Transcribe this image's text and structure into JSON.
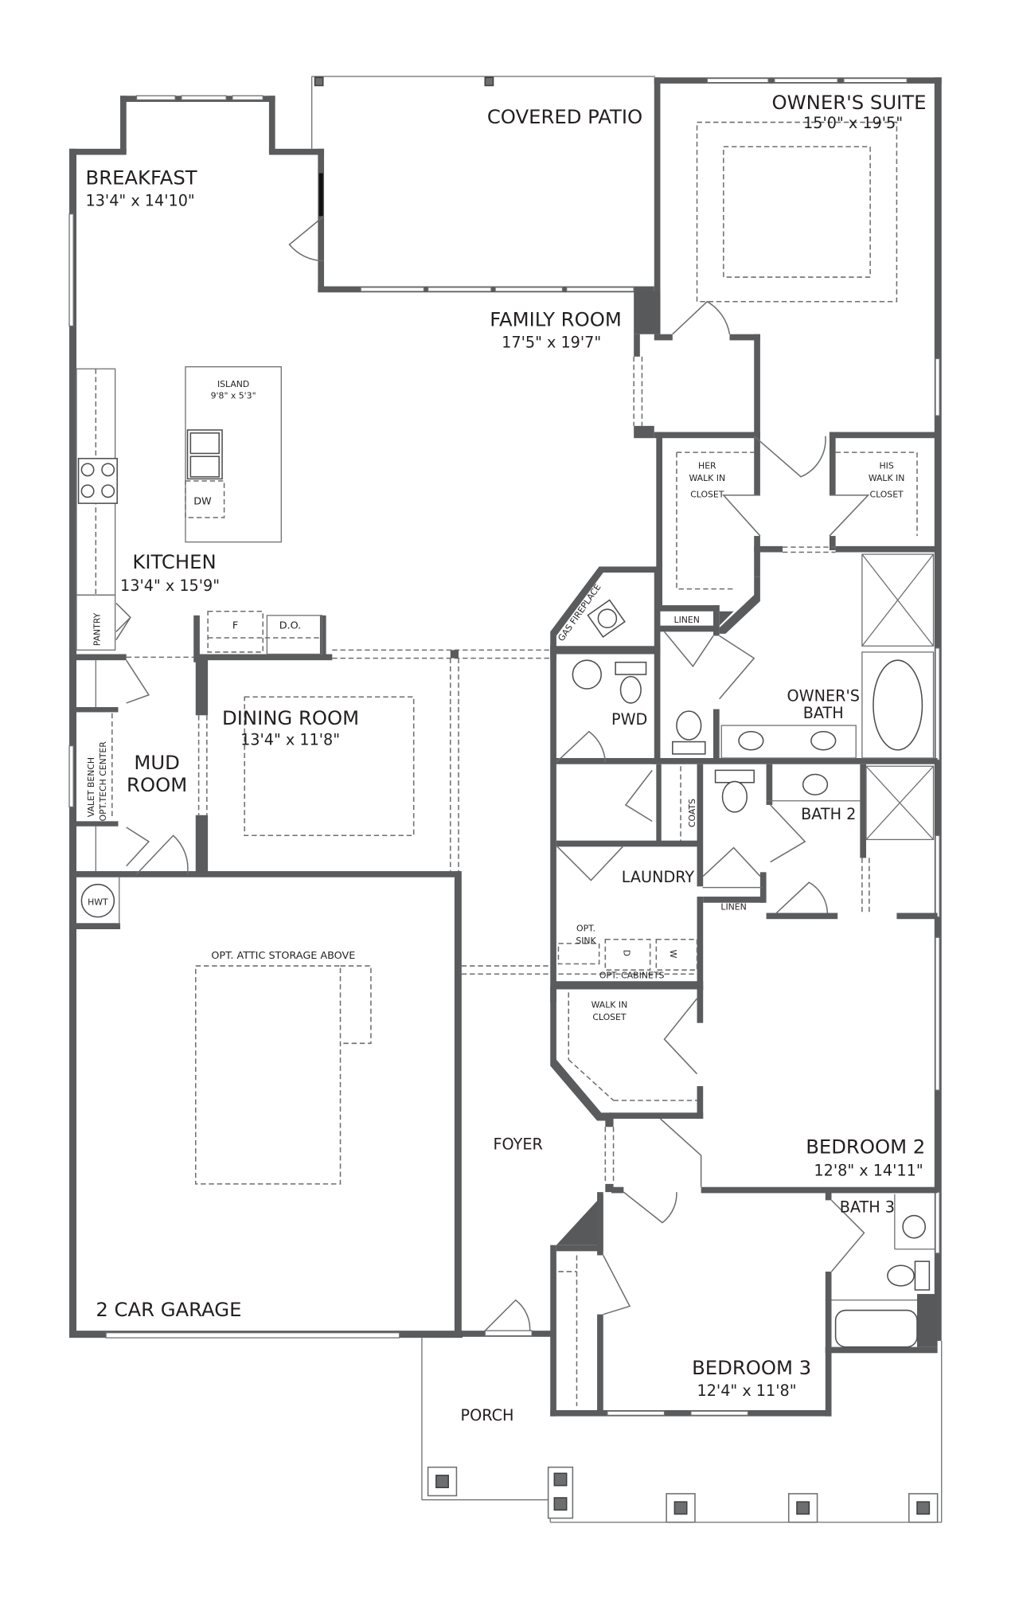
{
  "plan": {
    "rooms": [
      {
        "id": "breakfast",
        "name": "BREAKFAST",
        "dims": "13'4\" x 14'10\""
      },
      {
        "id": "covered-patio",
        "name": "COVERED PATIO",
        "dims": ""
      },
      {
        "id": "owners-suite",
        "name": "OWNER'S SUITE",
        "dims": "15'0\" x 19'5\""
      },
      {
        "id": "family-room",
        "name": "FAMILY ROOM",
        "dims": "17'5\" x 19'7\""
      },
      {
        "id": "kitchen",
        "name": "KITCHEN",
        "dims": "13'4\" x 15'9\""
      },
      {
        "id": "dining-room",
        "name": "DINING ROOM",
        "dims": "13'4\" x 11'8\""
      },
      {
        "id": "mud-room",
        "name_line1": "MUD",
        "name_line2": "ROOM"
      },
      {
        "id": "garage",
        "name": "2 CAR GARAGE"
      },
      {
        "id": "foyer",
        "name": "FOYER"
      },
      {
        "id": "porch",
        "name": "PORCH"
      },
      {
        "id": "bedroom-2",
        "name": "BEDROOM 2",
        "dims": "12'8\" x 14'11\""
      },
      {
        "id": "bedroom-3",
        "name": "BEDROOM 3",
        "dims": "12'4\" x 11'8\""
      },
      {
        "id": "bath-2",
        "name": "BATH 2"
      },
      {
        "id": "bath-3",
        "name": "BATH 3"
      },
      {
        "id": "owners-bath",
        "name_line1": "OWNER'S",
        "name_line2": "BATH"
      },
      {
        "id": "pwd",
        "name": "PWD"
      },
      {
        "id": "laundry",
        "name": "LAUNDRY"
      }
    ],
    "fixtures": {
      "island_name": "ISLAND",
      "island_dims": "9'8\" x 5'3\"",
      "dishwasher": "DW",
      "fridge": "F",
      "double_oven": "D.O.",
      "pantry": "PANTRY",
      "valet_line1": "VALET BENCH",
      "valet_line2": "OPT.TECH CENTER",
      "hwt": "HWT",
      "attic": "OPT. ATTIC STORAGE ABOVE",
      "gas_fireplace": "GAS FIREPLACE",
      "her_closet_1": "HER",
      "her_closet_2": "WALK IN",
      "her_closet_3": "CLOSET",
      "his_closet_1": "HIS",
      "his_closet_2": "WALK IN",
      "his_closet_3": "CLOSET",
      "linen_upper": "LINEN",
      "linen_lower": "LINEN",
      "coats": "COATS",
      "opt_sink_1": "OPT.",
      "opt_sink_2": "SINK",
      "dryer": "D",
      "washer": "W",
      "opt_cabinets": "OPT. CABINETS",
      "walkin_1": "WALK IN",
      "walkin_2": "CLOSET"
    }
  }
}
